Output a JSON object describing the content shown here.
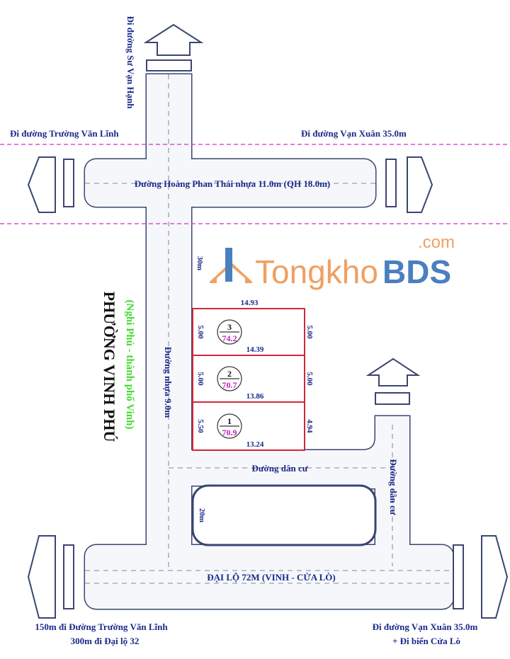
{
  "labels": {
    "top_road_direction": "Đi đường Sư Vạn Hạnh",
    "left_top_direction": "Đi đường Trường Văn Lĩnh",
    "right_top_direction": "Đi đường Vạn Xuân 35.0m",
    "upper_road": "Đường Hoàng Phan Thái nhựa 11.0m (QH 18.0m)",
    "main_road": "Đường nhựa 9.0m",
    "main_road_length": "30m",
    "ward": "PHƯỜNG VINH PHÚ",
    "ward_note": "(Nghi Phú - thành phố Vinh)",
    "residential_road_h": "Đường dân cư",
    "residential_road_v": "Đường dân cư",
    "block_length": "20m",
    "boulevard": "ĐẠI LỘ 72M (VINH - CỬA LÒ)",
    "bottom_left_line1": "150m đi Đường Trường Văn Lĩnh",
    "bottom_left_line2": "300m đi Đại lộ 32",
    "bottom_right_line1": "Đi đường Vạn Xuân 35.0m",
    "bottom_right_line2": "+ Đi biển Cửa Lò"
  },
  "lots": [
    {
      "number": "3",
      "area": "74.2",
      "top": "14.93",
      "bottom": "14.39",
      "left": "5.00",
      "right": "5.00"
    },
    {
      "number": "2",
      "area": "70.7",
      "bottom": "13.86",
      "left": "5.00",
      "right": "5.00"
    },
    {
      "number": "1",
      "area": "70.9",
      "bottom": "13.24",
      "left": "5.50",
      "right": "4.94"
    }
  ],
  "watermark": {
    "text1": "Tongkho",
    "text2": "BDS",
    "suffix": ".com"
  },
  "colors": {
    "road_outline": "#3a4670",
    "lot_border": "#d0283a",
    "boundary_line": "#d62ad6",
    "label": "#1a2a8a",
    "area": "#c020c0",
    "note": "#3fdc2a"
  }
}
